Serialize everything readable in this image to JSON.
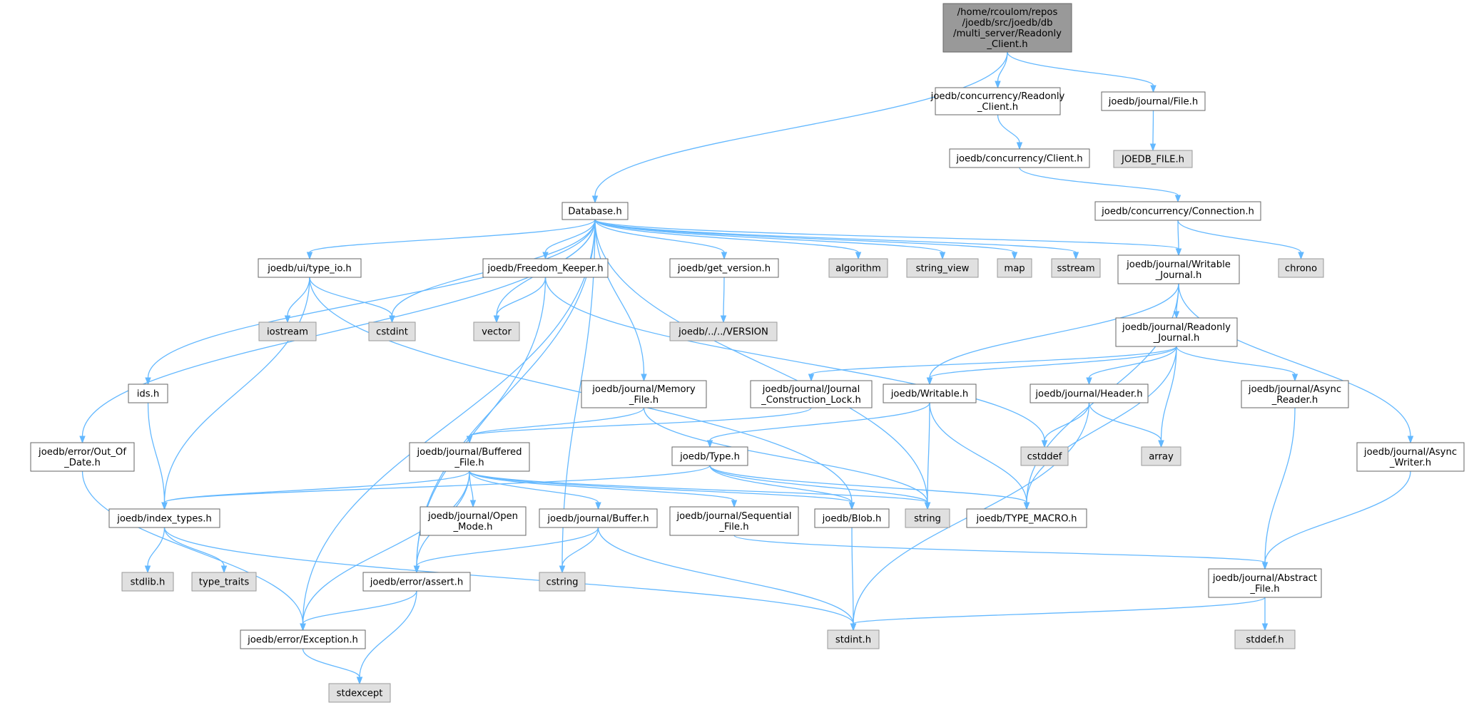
{
  "colors": {
    "edge": "#63b8ff",
    "node_fill": "#ffffff",
    "node_stroke": "#666666",
    "root_fill": "#999999",
    "system_fill": "#e0e0e0",
    "system_stroke": "#999999"
  },
  "nodes": {
    "root": {
      "lines": [
        "/home/rcoulom/repos",
        "/joedb/src/joedb/db",
        "/multi_server/Readonly",
        "_Client.h"
      ],
      "kind": "root"
    },
    "concurrency_readonly_client": {
      "lines": [
        "joedb/concurrency/Readonly",
        "_Client.h"
      ],
      "kind": "local"
    },
    "journal_file": {
      "lines": [
        "joedb/journal/File.h"
      ],
      "kind": "local"
    },
    "joedb_file_h": {
      "lines": [
        "JOEDB_FILE.h"
      ],
      "kind": "system"
    },
    "concurrency_client": {
      "lines": [
        "joedb/concurrency/Client.h"
      ],
      "kind": "local"
    },
    "concurrency_connection": {
      "lines": [
        "joedb/concurrency/Connection.h"
      ],
      "kind": "local"
    },
    "database": {
      "lines": [
        "Database.h"
      ],
      "kind": "local"
    },
    "ui_type_io": {
      "lines": [
        "joedb/ui/type_io.h"
      ],
      "kind": "local"
    },
    "freedom_keeper": {
      "lines": [
        "joedb/Freedom_Keeper.h"
      ],
      "kind": "local"
    },
    "get_version": {
      "lines": [
        "joedb/get_version.h"
      ],
      "kind": "local"
    },
    "algorithm": {
      "lines": [
        "algorithm"
      ],
      "kind": "system"
    },
    "string_view": {
      "lines": [
        "string_view"
      ],
      "kind": "system"
    },
    "map": {
      "lines": [
        "map"
      ],
      "kind": "system"
    },
    "sstream": {
      "lines": [
        "sstream"
      ],
      "kind": "system"
    },
    "writable_journal": {
      "lines": [
        "joedb/journal/Writable",
        "_Journal.h"
      ],
      "kind": "local"
    },
    "chrono": {
      "lines": [
        "chrono"
      ],
      "kind": "system"
    },
    "iostream": {
      "lines": [
        "iostream"
      ],
      "kind": "system"
    },
    "cstdint": {
      "lines": [
        "cstdint"
      ],
      "kind": "system"
    },
    "vector": {
      "lines": [
        "vector"
      ],
      "kind": "system"
    },
    "version_file": {
      "lines": [
        "joedb/../../VERSION"
      ],
      "kind": "system"
    },
    "readonly_journal": {
      "lines": [
        "joedb/journal/Readonly",
        "_Journal.h"
      ],
      "kind": "local"
    },
    "ids": {
      "lines": [
        "ids.h"
      ],
      "kind": "local"
    },
    "memory_file": {
      "lines": [
        "joedb/journal/Memory",
        "_File.h"
      ],
      "kind": "local"
    },
    "construction_lock": {
      "lines": [
        "joedb/journal/Journal",
        "_Construction_Lock.h"
      ],
      "kind": "local"
    },
    "writable": {
      "lines": [
        "joedb/Writable.h"
      ],
      "kind": "local"
    },
    "header": {
      "lines": [
        "joedb/journal/Header.h"
      ],
      "kind": "local"
    },
    "async_reader": {
      "lines": [
        "joedb/journal/Async",
        "_Reader.h"
      ],
      "kind": "local"
    },
    "out_of_date": {
      "lines": [
        "joedb/error/Out_Of",
        "_Date.h"
      ],
      "kind": "local"
    },
    "buffered_file": {
      "lines": [
        "joedb/journal/Buffered",
        "_File.h"
      ],
      "kind": "local"
    },
    "type": {
      "lines": [
        "joedb/Type.h"
      ],
      "kind": "local"
    },
    "cstddef": {
      "lines": [
        "cstddef"
      ],
      "kind": "system"
    },
    "array": {
      "lines": [
        "array"
      ],
      "kind": "system"
    },
    "async_writer": {
      "lines": [
        "joedb/journal/Async",
        "_Writer.h"
      ],
      "kind": "local"
    },
    "index_types": {
      "lines": [
        "joedb/index_types.h"
      ],
      "kind": "local"
    },
    "open_mode": {
      "lines": [
        "joedb/journal/Open",
        "_Mode.h"
      ],
      "kind": "local"
    },
    "buffer": {
      "lines": [
        "joedb/journal/Buffer.h"
      ],
      "kind": "local"
    },
    "sequential_file": {
      "lines": [
        "joedb/journal/Sequential",
        "_File.h"
      ],
      "kind": "local"
    },
    "blob": {
      "lines": [
        "joedb/Blob.h"
      ],
      "kind": "local"
    },
    "string": {
      "lines": [
        "string"
      ],
      "kind": "system"
    },
    "type_macro": {
      "lines": [
        "joedb/TYPE_MACRO.h"
      ],
      "kind": "local"
    },
    "stdlib": {
      "lines": [
        "stdlib.h"
      ],
      "kind": "system"
    },
    "type_traits": {
      "lines": [
        "type_traits"
      ],
      "kind": "system"
    },
    "assert": {
      "lines": [
        "joedb/error/assert.h"
      ],
      "kind": "local"
    },
    "cstring": {
      "lines": [
        "cstring"
      ],
      "kind": "system"
    },
    "abstract_file": {
      "lines": [
        "joedb/journal/Abstract",
        "_File.h"
      ],
      "kind": "local"
    },
    "exception": {
      "lines": [
        "joedb/error/Exception.h"
      ],
      "kind": "local"
    },
    "stdint": {
      "lines": [
        "stdint.h"
      ],
      "kind": "system"
    },
    "stddef": {
      "lines": [
        "stddef.h"
      ],
      "kind": "system"
    },
    "stdexcept": {
      "lines": [
        "stdexcept"
      ],
      "kind": "system"
    }
  },
  "edges": [
    [
      "root",
      "database"
    ],
    [
      "root",
      "concurrency_readonly_client"
    ],
    [
      "root",
      "journal_file"
    ],
    [
      "journal_file",
      "joedb_file_h"
    ],
    [
      "concurrency_readonly_client",
      "concurrency_client"
    ],
    [
      "concurrency_client",
      "concurrency_connection"
    ],
    [
      "concurrency_connection",
      "writable_journal"
    ],
    [
      "concurrency_connection",
      "chrono"
    ],
    [
      "database",
      "ui_type_io"
    ],
    [
      "database",
      "freedom_keeper"
    ],
    [
      "database",
      "get_version"
    ],
    [
      "database",
      "algorithm"
    ],
    [
      "database",
      "string_view"
    ],
    [
      "database",
      "map"
    ],
    [
      "database",
      "sstream"
    ],
    [
      "database",
      "writable_journal"
    ],
    [
      "database",
      "cstdint"
    ],
    [
      "database",
      "vector"
    ],
    [
      "database",
      "ids"
    ],
    [
      "database",
      "out_of_date"
    ],
    [
      "database",
      "memory_file"
    ],
    [
      "database",
      "assert"
    ],
    [
      "database",
      "exception"
    ],
    [
      "database",
      "string"
    ],
    [
      "database",
      "cstring"
    ],
    [
      "ui_type_io",
      "iostream"
    ],
    [
      "ui_type_io",
      "cstdint"
    ],
    [
      "ui_type_io",
      "index_types"
    ],
    [
      "ui_type_io",
      "blob"
    ],
    [
      "freedom_keeper",
      "vector"
    ],
    [
      "freedom_keeper",
      "assert"
    ],
    [
      "freedom_keeper",
      "cstddef"
    ],
    [
      "get_version",
      "version_file"
    ],
    [
      "writable_journal",
      "readonly_journal"
    ],
    [
      "writable_journal",
      "writable"
    ],
    [
      "writable_journal",
      "async_writer"
    ],
    [
      "writable_journal",
      "type_macro"
    ],
    [
      "readonly_journal",
      "construction_lock"
    ],
    [
      "readonly_journal",
      "writable"
    ],
    [
      "readonly_journal",
      "header"
    ],
    [
      "readonly_journal",
      "async_reader"
    ],
    [
      "readonly_journal",
      "array"
    ],
    [
      "readonly_journal",
      "type_macro"
    ],
    [
      "ids",
      "index_types"
    ],
    [
      "memory_file",
      "buffered_file"
    ],
    [
      "memory_file",
      "string"
    ],
    [
      "construction_lock",
      "buffered_file"
    ],
    [
      "writable",
      "type"
    ],
    [
      "writable",
      "string"
    ],
    [
      "writable",
      "type_macro"
    ],
    [
      "header",
      "cstddef"
    ],
    [
      "header",
      "array"
    ],
    [
      "header",
      "stdint"
    ],
    [
      "async_reader",
      "abstract_file"
    ],
    [
      "async_writer",
      "abstract_file"
    ],
    [
      "out_of_date",
      "exception"
    ],
    [
      "buffered_file",
      "index_types"
    ],
    [
      "buffered_file",
      "open_mode"
    ],
    [
      "buffered_file",
      "buffer"
    ],
    [
      "buffered_file",
      "sequential_file"
    ],
    [
      "buffered_file",
      "blob"
    ],
    [
      "buffered_file",
      "string"
    ],
    [
      "buffered_file",
      "assert"
    ],
    [
      "buffered_file",
      "exception"
    ],
    [
      "type",
      "index_types"
    ],
    [
      "type",
      "blob"
    ],
    [
      "type",
      "string"
    ],
    [
      "type",
      "type_macro"
    ],
    [
      "index_types",
      "stdlib"
    ],
    [
      "index_types",
      "type_traits"
    ],
    [
      "index_types",
      "stdint"
    ],
    [
      "buffer",
      "assert"
    ],
    [
      "buffer",
      "cstring"
    ],
    [
      "buffer",
      "stdint"
    ],
    [
      "sequential_file",
      "abstract_file"
    ],
    [
      "blob",
      "stdint"
    ],
    [
      "assert",
      "exception"
    ],
    [
      "assert",
      "stdexcept"
    ],
    [
      "abstract_file",
      "stdint"
    ],
    [
      "abstract_file",
      "stddef"
    ],
    [
      "exception",
      "stdexcept"
    ]
  ]
}
